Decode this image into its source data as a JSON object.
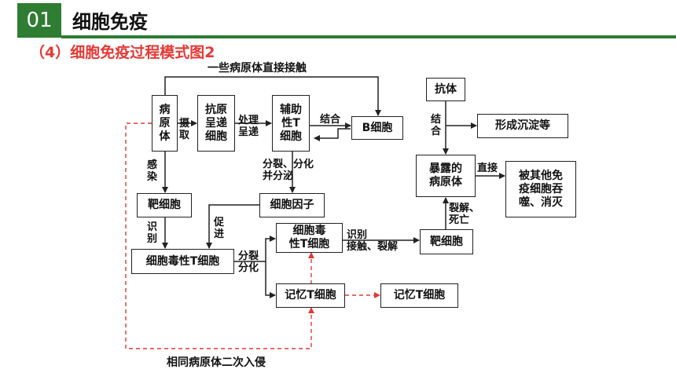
{
  "header": {
    "number": "01",
    "title": "细胞免疫"
  },
  "subtitle": "（4）细胞免疫过程模式图2",
  "nodes": {
    "pathogen": "病\n原\n体",
    "apc": "抗原\n呈递\n细胞",
    "helper_t": "辅助\n性T\n细胞",
    "b_cell": "B细胞",
    "target_cell_left": "靶细胞",
    "cytokine": "细胞因子",
    "cytotoxic_t_left": "细胞毒性T细胞",
    "cytotoxic_t_new": "细胞毒\n性T细胞",
    "memory_t_1": "记忆T细胞",
    "memory_t_2": "记忆T细胞",
    "target_cell_right": "靶细胞",
    "antibody": "抗体",
    "exposed_pathogen": "暴露的\n病原体",
    "precipitate": "形成沉淀等",
    "phagocytosis": "被其他免\n疫细胞吞\n噬、消灭"
  },
  "labels": {
    "direct_contact": "一些病原体直接接触",
    "uptake": "摄\n取",
    "process_present": "处理\n呈递",
    "combine_b": "结合",
    "infect": "感\n染",
    "divide_secrete": "分裂、分化\n并分泌",
    "recognize_left": "识\n别",
    "promote": "促\n进",
    "divide_diff": "分裂\n分化",
    "recognize_contact": "识别\n接触、裂解",
    "lyse_die": "裂解、\n死亡",
    "combine_antibody": "结\n合",
    "direct": "直接",
    "secondary_invasion": "相同病原体二次入侵"
  },
  "colors": {
    "accent": "#2e7d32",
    "subtitle": "#e53935",
    "secondary_path": "#e53935"
  }
}
